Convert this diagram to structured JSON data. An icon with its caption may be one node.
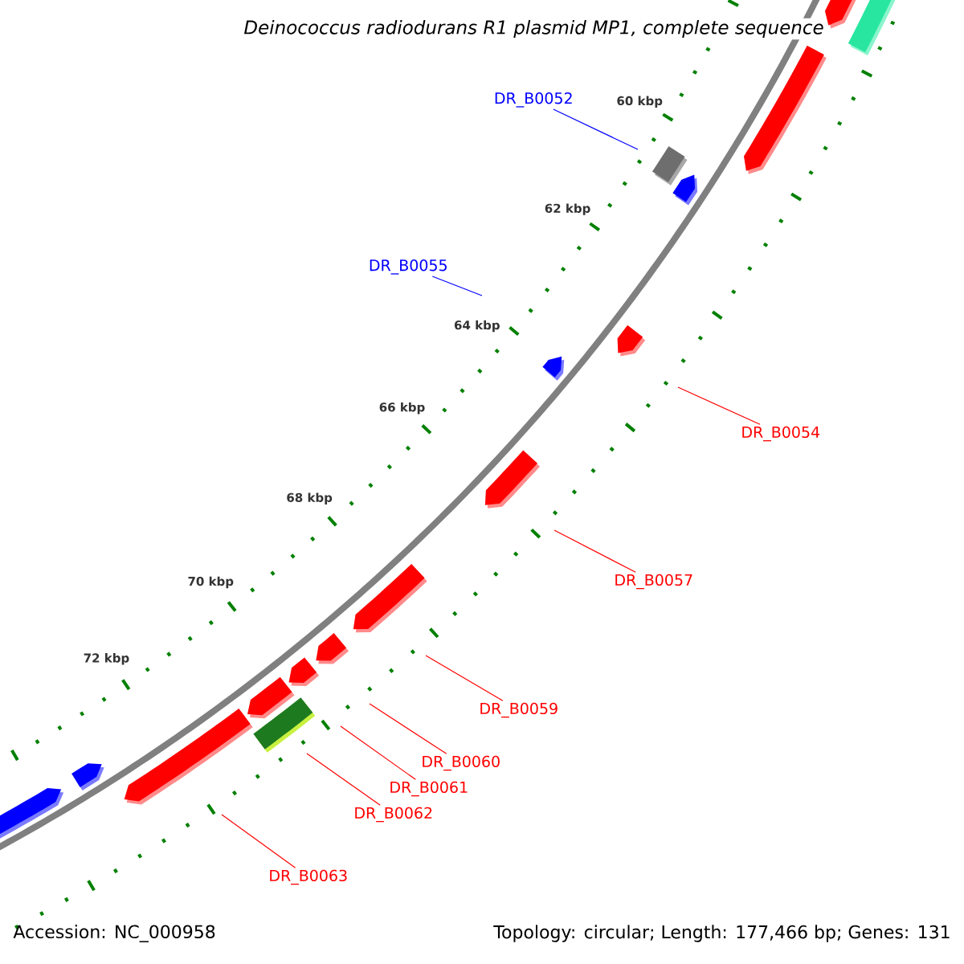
{
  "diagram": {
    "title": "Deinococcus radiodurans R1 plasmid MP1, complete sequence",
    "nodes": [
      {
        "text": [
          "DR_B0052"
        ]
      },
      {
        "text": [
          "DR_B0055"
        ]
      },
      {
        "text": [
          "DR_B0054"
        ]
      },
      {
        "text": [
          "DR_B0057"
        ]
      },
      {
        "text": [
          "DR_B0059"
        ]
      },
      {
        "text": [
          "DR_B0060"
        ]
      },
      {
        "text": [
          "DR_B0061"
        ]
      },
      {
        "text": [
          "DR_B0062"
        ]
      },
      {
        "text": [
          "DR_B0063"
        ]
      }
    ],
    "edges": [
      {
        "from": 0,
        "to": null,
        "arrow": "none",
        "color": "#0000ff"
      },
      {
        "from": 1,
        "to": null,
        "arrow": "none",
        "color": "#0000ff"
      },
      {
        "from": 2,
        "to": null,
        "arrow": "none"
      },
      {
        "from": 3,
        "to": null,
        "arrow": "none"
      },
      {
        "from": 4,
        "to": null,
        "arrow": "none"
      },
      {
        "from": 5,
        "to": null,
        "arrow": "none"
      },
      {
        "from": 6,
        "to": null,
        "arrow": "none"
      },
      {
        "from": 7,
        "to": null,
        "arrow": "none"
      },
      {
        "from": 8,
        "to": null,
        "arrow": "none"
      }
    ],
    "labels": [
      "60 kbp",
      "62 kbp",
      "64 kbp",
      "66 kbp",
      "68 kbp",
      "70 kbp",
      "72 kbp",
      "Accession: NC_000958",
      "Topology: circular; Length: 177,466 bp; Genes: 131"
    ]
  }
}
